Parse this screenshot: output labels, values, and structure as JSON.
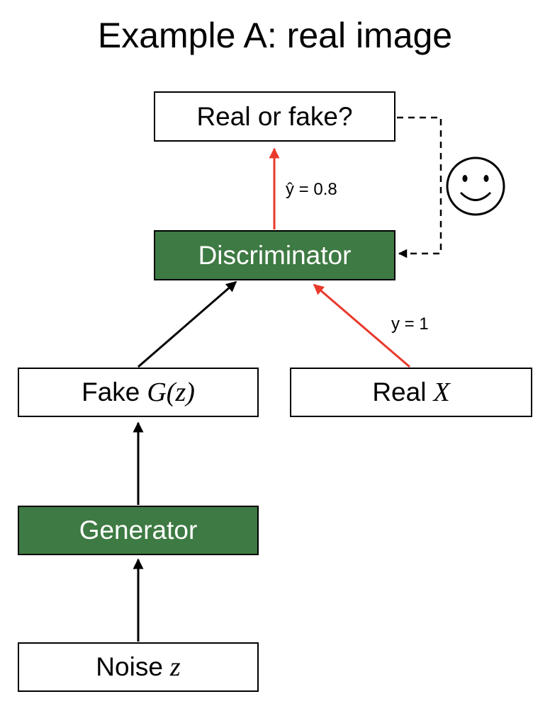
{
  "title": "Example A: real image",
  "nodes": {
    "output": {
      "label": "Real or fake?"
    },
    "discriminator": {
      "label": "Discriminator"
    },
    "fake": {
      "label": "Fake",
      "math": "G(z)"
    },
    "real": {
      "label": "Real",
      "math": "X"
    },
    "generator": {
      "label": "Generator"
    },
    "noise": {
      "label": "Noise",
      "math": "z"
    }
  },
  "edges": {
    "prediction_label": "ŷ = 0.8",
    "target_label": "y = 1"
  },
  "feedback_icon": "smiley-face-icon",
  "colors": {
    "green": "#3e7a43",
    "red_arrow": "#e8392b",
    "black": "#000000"
  }
}
